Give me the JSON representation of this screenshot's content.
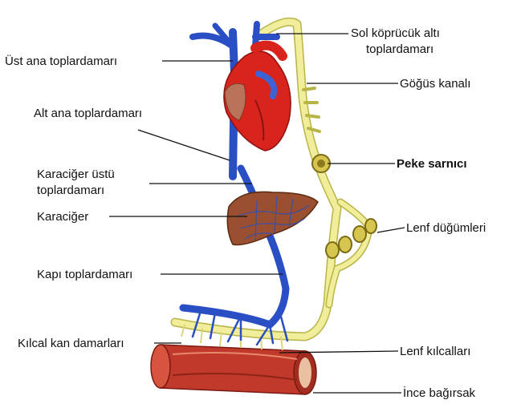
{
  "labels": {
    "ust_ana": "Üst ana toplardamarı",
    "alt_ana": "Alt ana toplardamarı",
    "karaciger_ustu_1": "Karaciğer üstü",
    "karaciger_ustu_2": "toplardamarı",
    "karaciger": "Karaciğer",
    "kapi": "Kapı toplardamarı",
    "kilcal_kan": "Kılcal kan damarları",
    "sol_koprucuk_1": "Sol köprücük altı",
    "sol_koprucuk_2": "toplardamarı",
    "gogus_kanali": "Göğüs kanalı",
    "peke": "Peke sarnıcı",
    "lenf_dugumleri": "Lenf düğümleri",
    "lenf_kilcallari": "Lenf kılcalları",
    "ince_bagirsak": "İnce bağırsak"
  },
  "colors": {
    "vein": "#2a4fc4",
    "lymph": "#f0ee9a",
    "lymph_stroke": "#b9b447",
    "heart": "#d8241c",
    "liver": "#9a5030",
    "intestine": "#c0392b"
  }
}
